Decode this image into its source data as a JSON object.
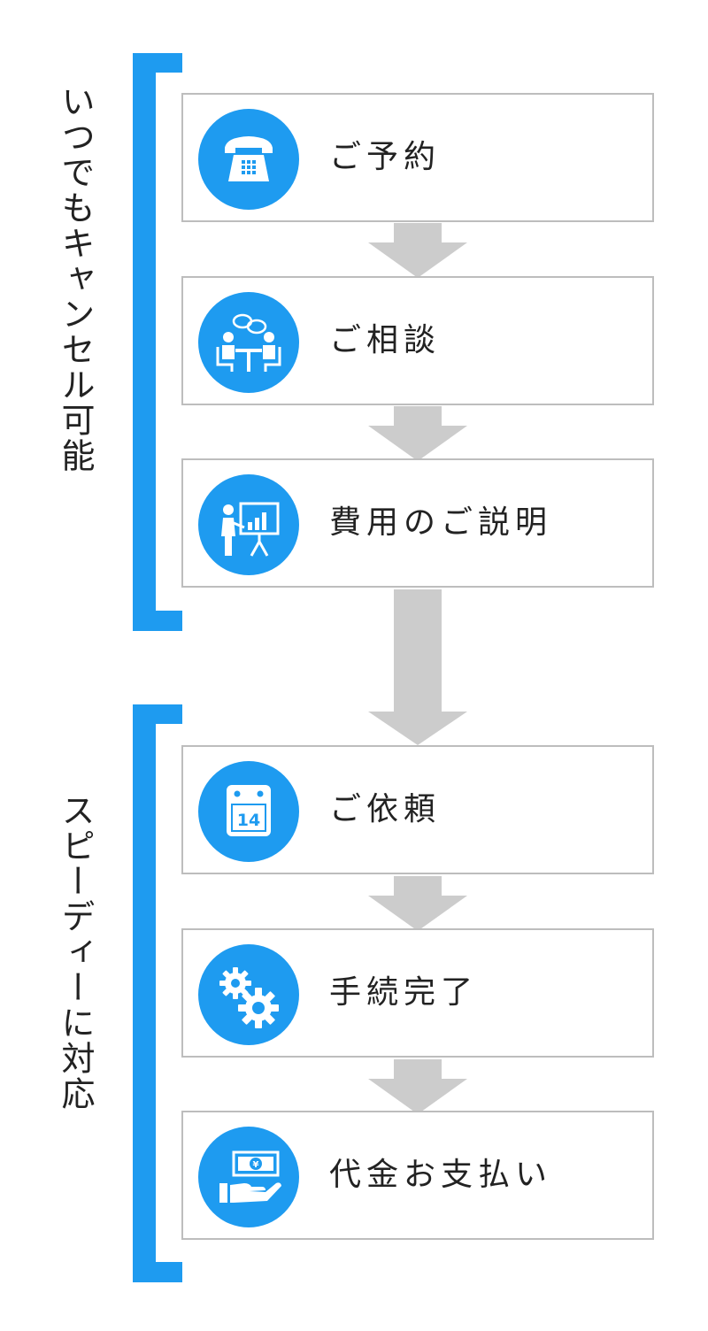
{
  "groups": [
    {
      "label": "いつでもキャンセル可能"
    },
    {
      "label": "スピーディーに対応"
    }
  ],
  "steps": [
    {
      "label": "ご予約",
      "icon": "telephone-icon"
    },
    {
      "label": "ご相談",
      "icon": "consultation-icon"
    },
    {
      "label": "費用のご説明",
      "icon": "presentation-icon"
    },
    {
      "label": "ご依頼",
      "icon": "calendar-icon",
      "calendar_day": "14"
    },
    {
      "label": "手続完了",
      "icon": "gears-icon"
    },
    {
      "label": "代金お支払い",
      "icon": "payment-icon",
      "currency_symbol": "¥"
    }
  ],
  "colors": {
    "accent": "#1e9bf0",
    "arrow": "#cccccc",
    "border": "#bdbdbd"
  }
}
